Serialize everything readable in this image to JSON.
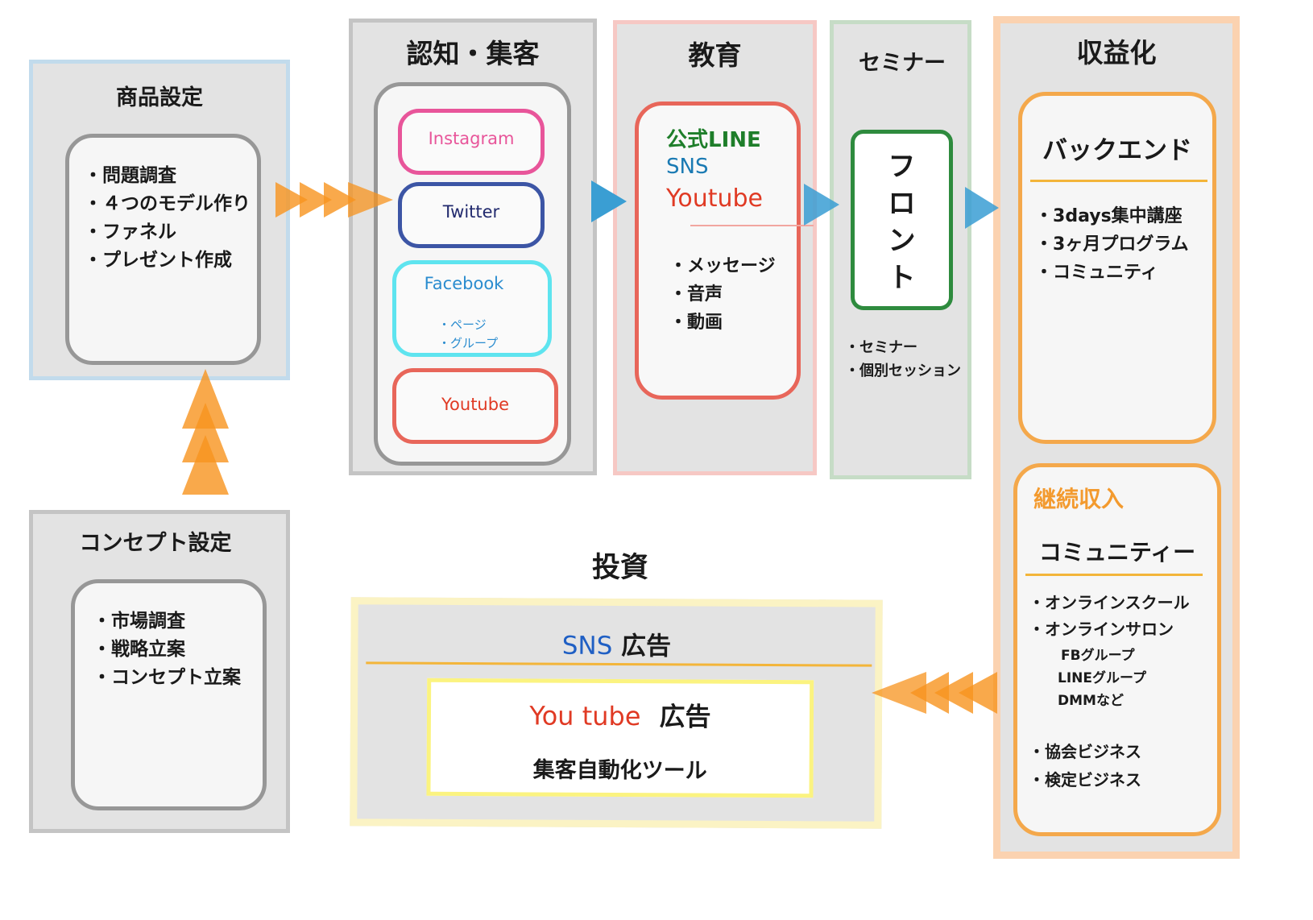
{
  "product": {
    "title": "商品設定",
    "items": [
      "問題調査",
      "４つのモデル作り",
      "ファネル",
      "プレゼント作成"
    ]
  },
  "concept": {
    "title": "コンセプト設定",
    "items": [
      "市場調査",
      "戦略立案",
      "コンセプト立案"
    ]
  },
  "awareness": {
    "title": "認知・集客",
    "channels": {
      "instagram": "Instagram",
      "twitter": "Twitter",
      "facebook": "Facebook",
      "facebook_items": [
        "ページ",
        "グループ"
      ],
      "youtube": "Youtube"
    }
  },
  "education": {
    "title": "教育",
    "channels": [
      "公式LINE",
      "SNS",
      "Youtube"
    ],
    "items": [
      "メッセージ",
      "音声",
      "動画"
    ]
  },
  "seminar": {
    "title": "セミナー",
    "front_label": "フロント",
    "front_chars": [
      "フ",
      "ロ",
      "ン",
      "ト"
    ],
    "items": [
      "セミナー",
      "個別セッション"
    ]
  },
  "monetization": {
    "title": "収益化",
    "backend": {
      "title": "バックエンド",
      "items": [
        "3days集中講座",
        "3ヶ月プログラム",
        "コミュニティ"
      ]
    },
    "recurring": {
      "label": "継続収入",
      "title": "コミュニティー",
      "items": [
        "オンラインスクール",
        "オンラインサロン"
      ],
      "sub_items": [
        "FBグループ",
        "LINEグループ",
        "DMMなど"
      ],
      "items2": [
        "協会ビジネス",
        "検定ビジネス"
      ]
    }
  },
  "investment": {
    "title": "投資",
    "sns_label": "SNS",
    "ad_label": "広告",
    "youtube_label": "You tube",
    "youtube_ad_label": "広告",
    "tool_label": "集客自動化ツール"
  },
  "colors": {
    "panel_bg": "#e3e3e3",
    "product_border": "#c2dbec",
    "awareness_border": "#c4c4c4",
    "education_border": "#f6c8c4",
    "seminar_border": "#c6dcc6",
    "monetization_border": "#fbd2b0",
    "investment_border": "#fbf3c4",
    "instagram": "#e8559a",
    "twitter": "#3c55a5",
    "facebook": "#41b0d8",
    "youtube": "#e03a24",
    "line_green": "#1e7e2a",
    "sns_blue": "#1a7ab3",
    "orange": "#f39a2e",
    "arrow_blue": "#3a9ed3",
    "arrow_orange": "#f7931e"
  }
}
